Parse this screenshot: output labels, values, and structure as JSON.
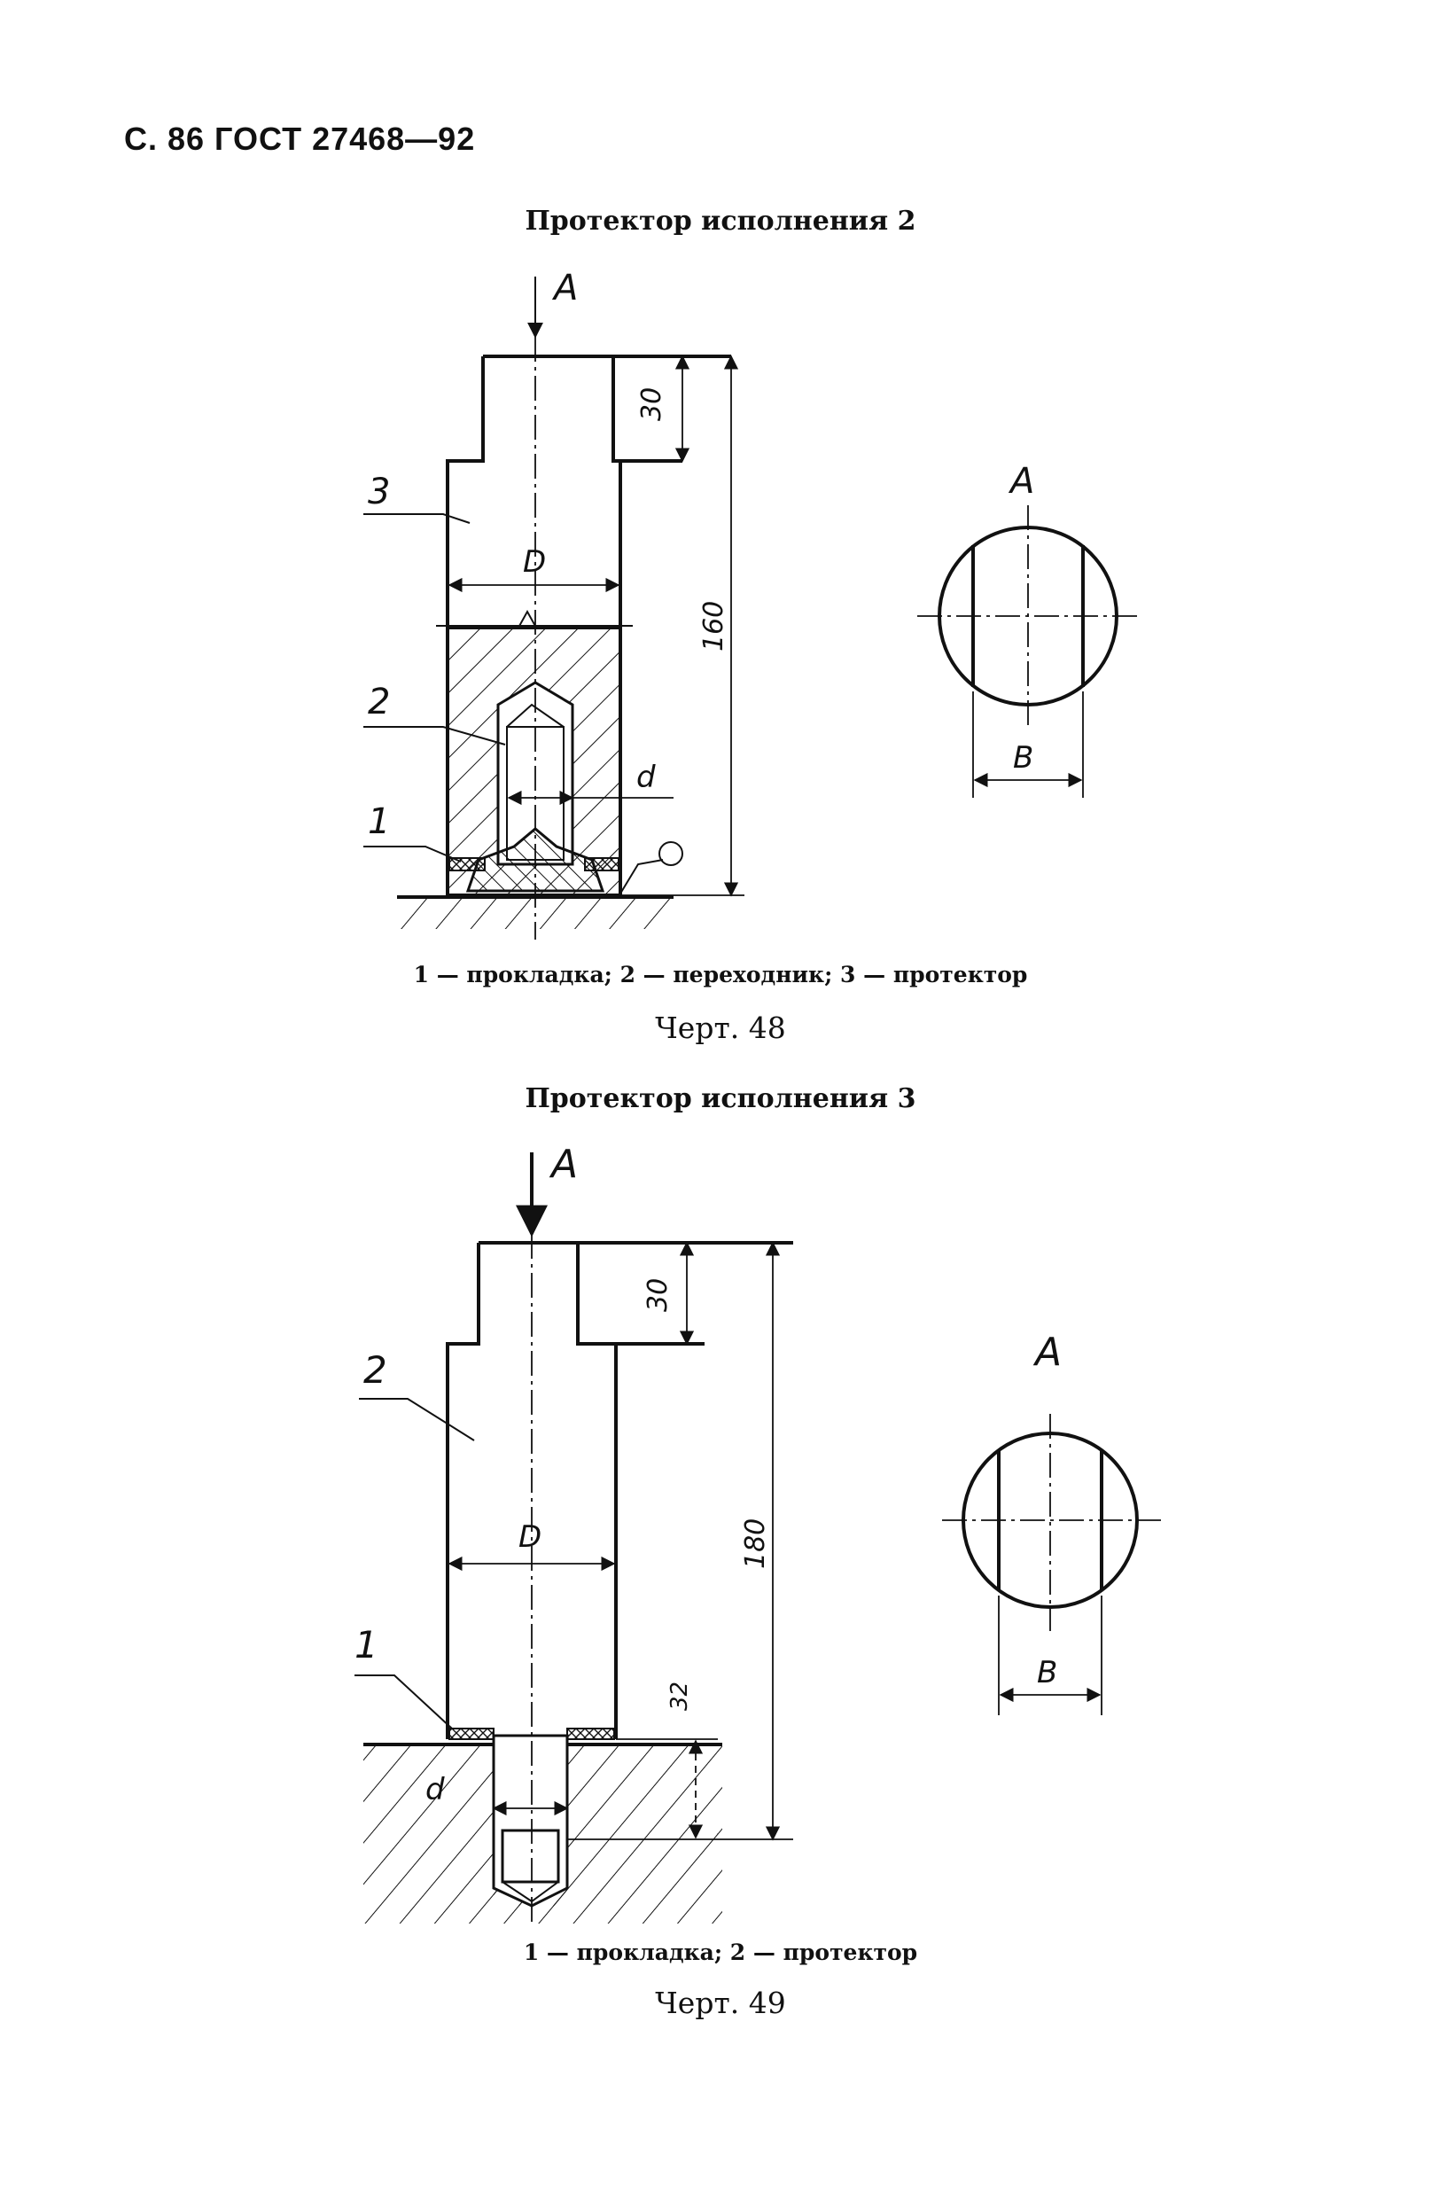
{
  "header": {
    "text": "С. 86 ГОСТ 27468—92"
  },
  "figure48": {
    "title": "Протектор исполнения 2",
    "view_label_arrow": "A",
    "view_label": "A",
    "dim_top": "30",
    "dim_total": "160",
    "dim_diameter": "D",
    "dim_thread": "d",
    "dim_flat": "B",
    "callout_1": "1",
    "callout_2": "2",
    "callout_3": "3",
    "legend": "1 — прокладка; 2 — переходник; 3 — протектор",
    "caption": "Черт. 48"
  },
  "figure49": {
    "title": "Протектор исполнения 3",
    "view_label_arrow": "A",
    "view_label": "A",
    "dim_top": "30",
    "dim_total": "180",
    "dim_depth": "32",
    "dim_diameter": "D",
    "dim_thread": "d",
    "dim_flat": "B",
    "callout_1": "1",
    "callout_2": "2",
    "legend": "1 — прокладка; 2 — протектор",
    "caption": "Черт. 49"
  }
}
